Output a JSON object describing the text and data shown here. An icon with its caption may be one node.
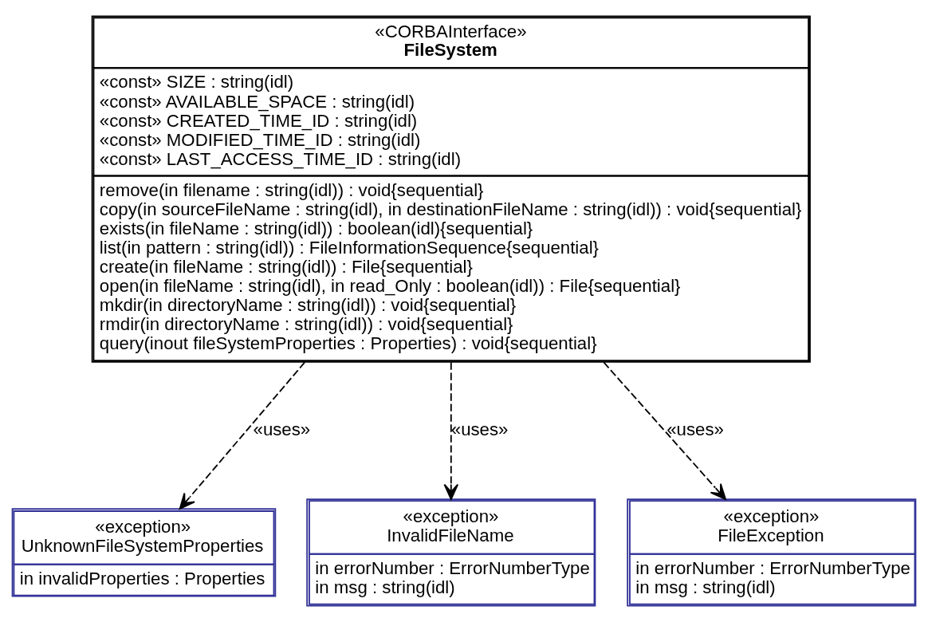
{
  "diagram": {
    "nodes": [
      {
        "text": [
          "«CORBAInterface»",
          "FileSystem",
          "«const» SIZE : string(idl)",
          "«const» AVAILABLE_SPACE : string(idl)",
          "«const» CREATED_TIME_ID : string(idl)",
          "«const» MODIFIED_TIME_ID : string(idl)",
          "«const» LAST_ACCESS_TIME_ID : string(idl)",
          "remove(in filename : string(idl)) : void{sequential}",
          "copy(in sourceFileName : string(idl), in destinationFileName : string(idl)) : void{sequential}",
          "exists(in fileName : string(idl)) : boolean(idl){sequential}",
          "list(in pattern : string(idl)) : FileInformationSequence{sequential}",
          "create(in fileName : string(idl)) : File{sequential}",
          "open(in fileName : string(idl), in read_Only : boolean(idl)) : File{sequential}",
          "mkdir(in directoryName : string(idl)) : void{sequential}",
          "rmdir(in directoryName : string(idl)) : void{sequential}",
          "query(inout fileSystemProperties : Properties) : void{sequential}"
        ]
      },
      {
        "text": [
          "«exception»",
          "UnknownFileSystemProperties",
          "in invalidProperties : Properties"
        ]
      },
      {
        "text": [
          "«exception»",
          "InvalidFileName",
          "in errorNumber : ErrorNumberType",
          "in msg : string(idl)"
        ]
      },
      {
        "text": [
          "«exception»",
          "FileException",
          "in errorNumber : ErrorNumberType",
          "in msg : string(idl)"
        ]
      }
    ],
    "edges": [
      {
        "from": 0,
        "to": 1,
        "arrow": "to",
        "label": "«uses»",
        "style": "dashed"
      },
      {
        "from": 0,
        "to": 2,
        "arrow": "to",
        "label": "«uses»",
        "style": "dashed"
      },
      {
        "from": 0,
        "to": 3,
        "arrow": "to",
        "label": "«uses»",
        "style": "dashed"
      }
    ]
  }
}
